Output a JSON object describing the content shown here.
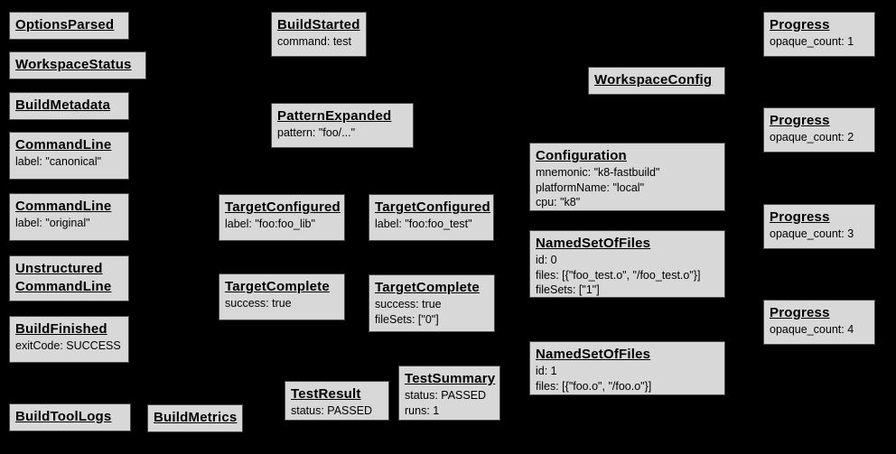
{
  "colors": {
    "background": "#000000",
    "box_fill": "#d8d8d8",
    "box_border": "#4a4a4a",
    "text": "#000000"
  },
  "boxes": [
    {
      "title": "OptionsParsed",
      "lines": []
    },
    {
      "title": "WorkspaceStatus",
      "lines": []
    },
    {
      "title": "BuildMetadata",
      "lines": []
    },
    {
      "title": "CommandLine",
      "lines": [
        "label: \"canonical\""
      ]
    },
    {
      "title": "CommandLine",
      "lines": [
        "label: \"original\""
      ]
    },
    {
      "title": "Unstructured CommandLine",
      "lines": []
    },
    {
      "title": "BuildFinished",
      "lines": [
        "exitCode: SUCCESS"
      ]
    },
    {
      "title": "BuildToolLogs",
      "lines": []
    },
    {
      "title": "BuildMetrics",
      "lines": []
    },
    {
      "title": "BuildStarted",
      "lines": [
        "command: test"
      ]
    },
    {
      "title": "PatternExpanded",
      "lines": [
        "pattern: \"foo/...\""
      ]
    },
    {
      "title": "TargetConfigured",
      "lines": [
        "label: \"foo:foo_lib\""
      ]
    },
    {
      "title": "TargetComplete",
      "lines": [
        "success: true"
      ]
    },
    {
      "title": "TestResult",
      "lines": [
        "status: PASSED"
      ]
    },
    {
      "title": "TargetConfigured",
      "lines": [
        "label: \"foo:foo_test\""
      ]
    },
    {
      "title": "TargetComplete",
      "lines": [
        "success: true",
        "fileSets: [\"0\"]"
      ]
    },
    {
      "title": "TestSummary",
      "lines": [
        "status: PASSED",
        "runs: 1"
      ]
    },
    {
      "title": "WorkspaceConfig",
      "lines": []
    },
    {
      "title": "Configuration",
      "lines": [
        "mnemonic: \"k8-fastbuild\"",
        "platformName: \"local\"",
        "cpu: \"k8\""
      ]
    },
    {
      "title": "NamedSetOfFiles",
      "lines": [
        "id: 0",
        "files: [{\"foo_test.o\", \"/foo_test.o\"}]",
        "fileSets: [\"1\"]"
      ]
    },
    {
      "title": "NamedSetOfFiles",
      "lines": [
        "id: 1",
        "files: [{\"foo.o\", \"/foo.o\"}]"
      ]
    },
    {
      "title": "Progress",
      "lines": [
        "opaque_count: 1"
      ]
    },
    {
      "title": "Progress",
      "lines": [
        "opaque_count: 2"
      ]
    },
    {
      "title": "Progress",
      "lines": [
        "opaque_count: 3"
      ]
    },
    {
      "title": "Progress",
      "lines": [
        "opaque_count: 4"
      ]
    }
  ]
}
